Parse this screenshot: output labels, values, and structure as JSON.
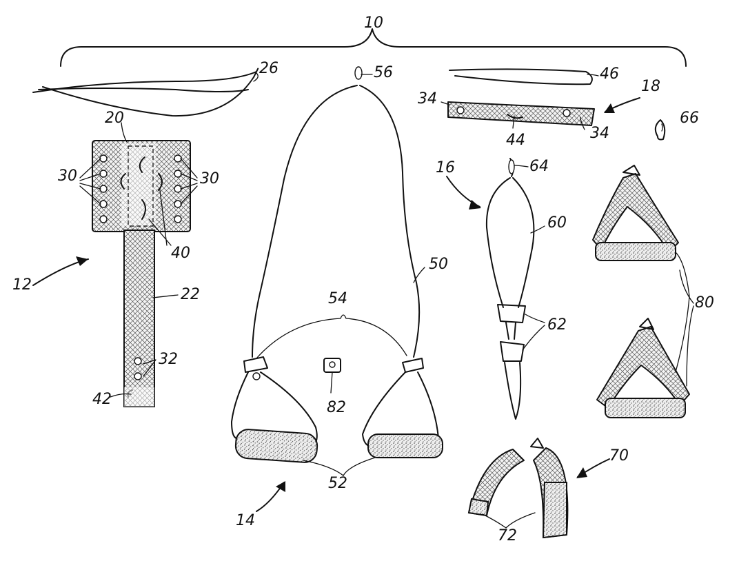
{
  "labels": {
    "l10": "10",
    "l12": "12",
    "l14": "14",
    "l16": "16",
    "l18": "18",
    "l20": "20",
    "l22": "22",
    "l26": "26",
    "l30a": "30",
    "l30b": "30",
    "l32": "32",
    "l34a": "34",
    "l34b": "34",
    "l40": "40",
    "l42": "42",
    "l44": "44",
    "l46": "46",
    "l50": "50",
    "l52": "52",
    "l54": "54",
    "l56": "56",
    "l60": "60",
    "l62": "62",
    "l64": "64",
    "l66": "66",
    "l70": "70",
    "l72": "72",
    "l80": "80",
    "l82": "82"
  }
}
